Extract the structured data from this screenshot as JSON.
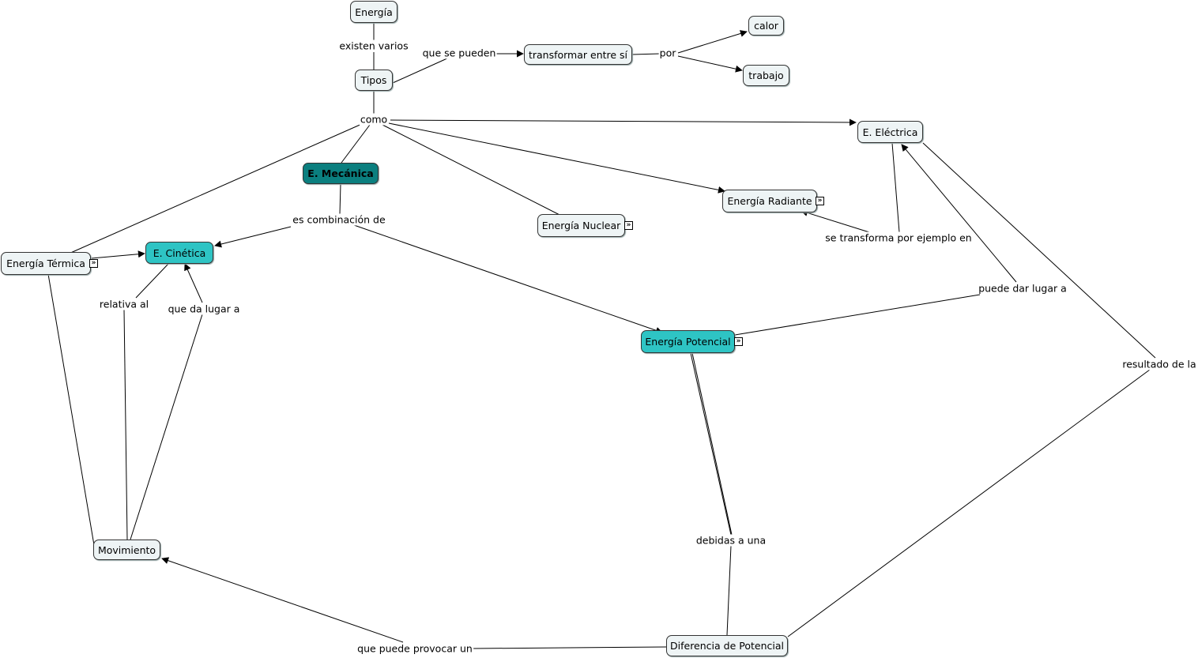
{
  "concepts": {
    "energia": "Energía",
    "tipos": "Tipos",
    "transformar": "transformar entre sí",
    "calor": "calor",
    "trabajo": "trabajo",
    "mecanica": "E. Mecánica",
    "electrica": "E. Eléctrica",
    "radiante": "Energía Radiante",
    "nuclear": "Energía Nuclear",
    "termica": "Energía Térmica",
    "cinetica": "E. Cinética",
    "potencial": "Energía Potencial",
    "movimiento": "Movimiento",
    "diferencia": "Diferencia de Potencial"
  },
  "linking_phrases": {
    "existen": "existen varios",
    "pueden": "que se pueden",
    "por": "por",
    "como": "como",
    "combinacion": "es combinación de",
    "relativa": "relativa al",
    "dalugar": "que da lugar a",
    "transforma": "se transforma por ejemplo en",
    "puededar": "puede dar lugar a",
    "resultado": "resultado de la",
    "debidas": "debidas a una",
    "provocar": "que puede provocar un"
  },
  "expander_glyph": "»",
  "colors": {
    "concept_fill": "#eef4f5",
    "kinetic_potential_fill": "#2ec4c4",
    "mechanical_fill": "#0b7f7f",
    "link_stroke": "#000000"
  }
}
